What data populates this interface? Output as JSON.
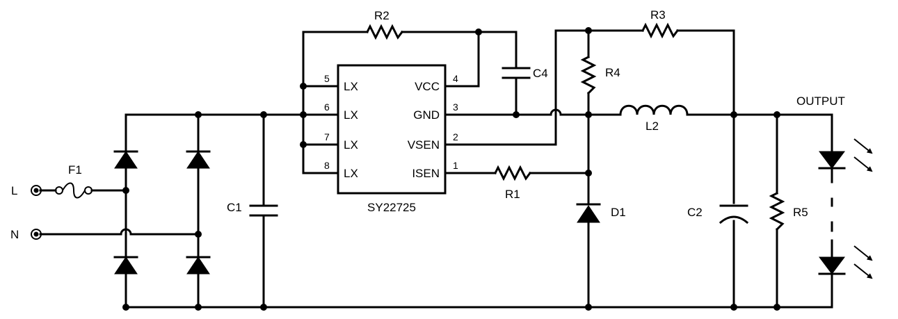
{
  "terminals": {
    "line": "L",
    "neutral": "N"
  },
  "ic": {
    "part": "SY22725",
    "left_pins": [
      {
        "num": "5",
        "name": "LX"
      },
      {
        "num": "6",
        "name": "LX"
      },
      {
        "num": "7",
        "name": "LX"
      },
      {
        "num": "8",
        "name": "LX"
      }
    ],
    "right_pins": [
      {
        "num": "4",
        "name": "VCC"
      },
      {
        "num": "3",
        "name": "GND"
      },
      {
        "num": "2",
        "name": "VSEN"
      },
      {
        "num": "1",
        "name": "ISEN"
      }
    ]
  },
  "components": {
    "fuse": "F1",
    "c1": "C1",
    "c2": "C2",
    "c4": "C4",
    "r1": "R1",
    "r2": "R2",
    "r3": "R3",
    "r4": "R4",
    "r5": "R5",
    "l2": "L2",
    "d1": "D1"
  },
  "output_label": "OUTPUT"
}
